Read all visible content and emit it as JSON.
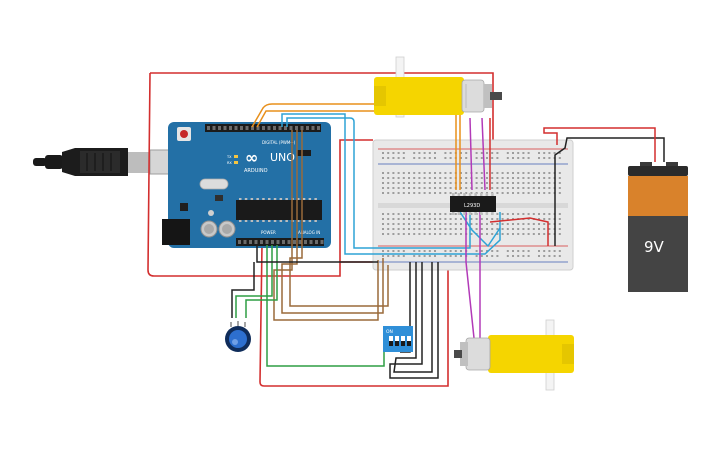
{
  "arduino": {
    "brand": "ARDUINO",
    "model": "UNO",
    "digital_label": "DIGITAL (PWM~)",
    "power_label": "POWER",
    "analog_label": "ANALOG IN",
    "logo_text": "∞",
    "led_tx": "TX",
    "led_rx": "RX"
  },
  "driver_chip": {
    "label": "L293D"
  },
  "battery": {
    "label": "9V"
  },
  "dip_switch": {
    "label": "ON"
  },
  "colors": {
    "red_wire": "#d32f2f",
    "black_wire": "#222222",
    "orange_wire": "#e8901c",
    "brown_wire": "#9a6a3a",
    "blue_wire": "#2ea3d6",
    "green_wire": "#2e9e44",
    "purple_wire": "#b23ab8",
    "board": "#2370a6",
    "motor": "#f5d500",
    "battery_body": "#444444",
    "battery_top": "#d9822b"
  }
}
